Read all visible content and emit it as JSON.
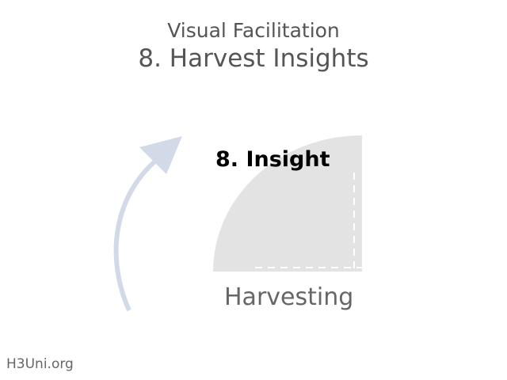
{
  "header": {
    "subtitle": "Visual Facilitation",
    "title": "8. Harvest Insights"
  },
  "diagram": {
    "quadrant_label": "8. Insight",
    "phase_label": "Harvesting",
    "quadrant_color": "#e3e3e3",
    "arrow_color": "#d3dae7"
  },
  "footer": {
    "brand": "H3Uni.org"
  }
}
